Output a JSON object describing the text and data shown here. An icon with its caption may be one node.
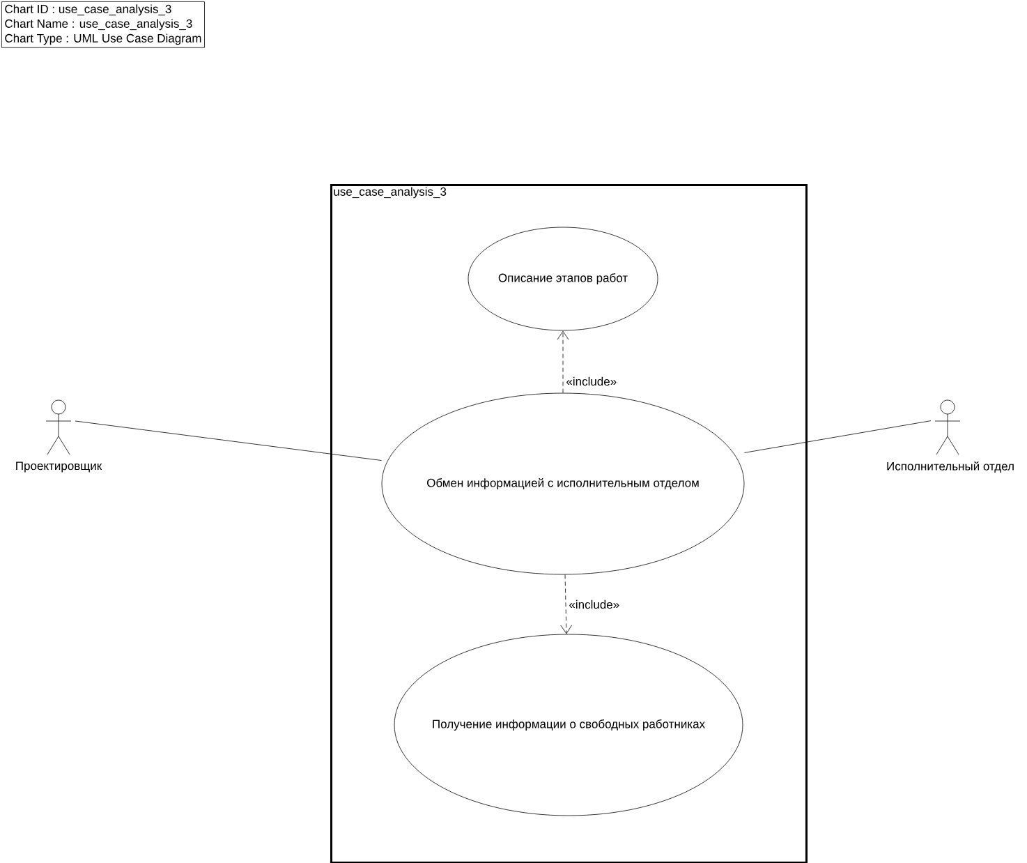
{
  "diagram": {
    "nodes": [
      {
        "text": [
          "Chart ID : use_case_analysis_3",
          "Chart Name : use_case_analysis_3",
          "Chart Type : UML Use Case Diagram"
        ]
      },
      {
        "text": [
          "use_case_analysis_3"
        ]
      },
      {
        "text": [
          "Проектировщик"
        ]
      },
      {
        "text": [
          "Описание этапов работ"
        ],
        "in": 1
      },
      {
        "text": [
          "Обмен информацией с исполнительным отделом"
        ],
        "in": 1
      },
      {
        "text": [
          "Получение информации о свободных работниках"
        ],
        "in": 1
      },
      {
        "text": [
          "Исполнительный отдел"
        ]
      }
    ],
    "edges": [
      {
        "from": 2,
        "to": 4,
        "arrow": "none"
      },
      {
        "from": 4,
        "to": 3,
        "arrow": "to",
        "label": "«include»",
        "style": "dashed"
      },
      {
        "from": 4,
        "to": 5,
        "arrow": "to",
        "label": "«include»",
        "style": "dashed"
      },
      {
        "from": 6,
        "to": 4,
        "arrow": "none"
      }
    ]
  }
}
